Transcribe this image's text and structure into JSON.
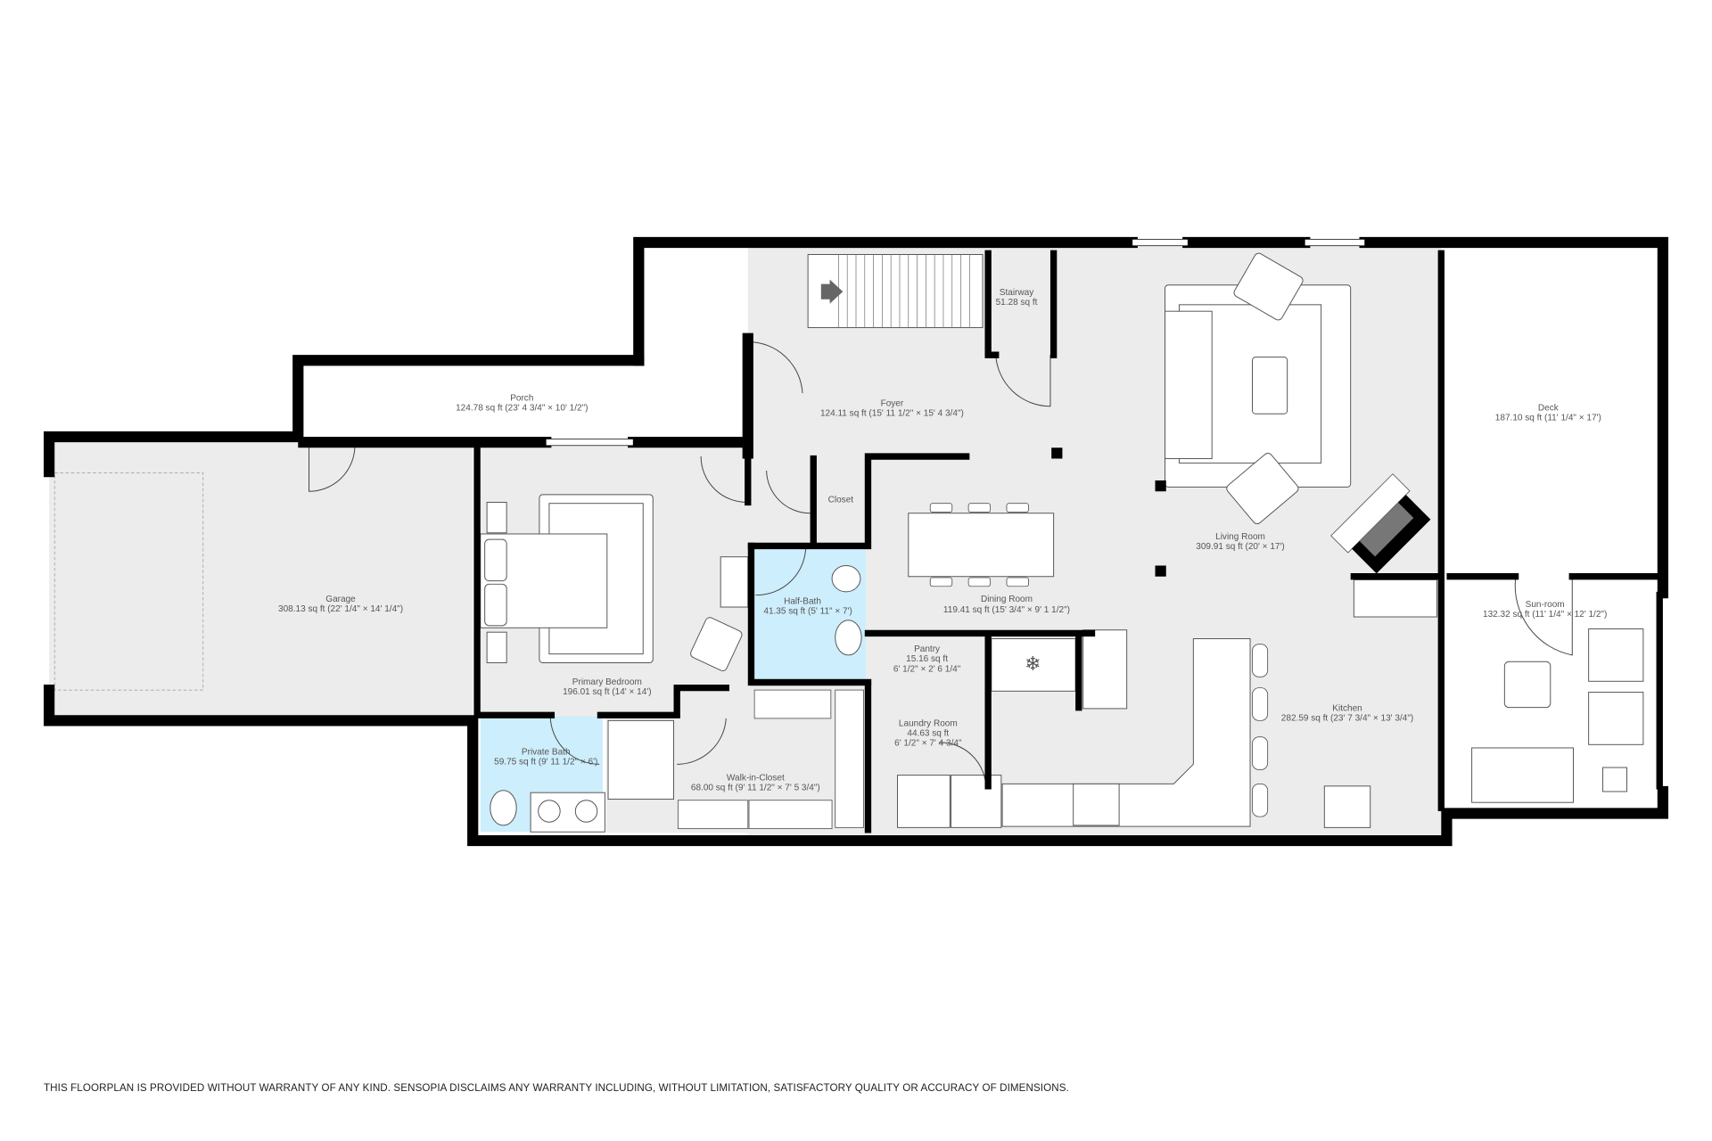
{
  "rooms": {
    "porch": {
      "name": "Porch",
      "area": "124.78 sq ft (23' 4 3/4\" × 10' 1/2\")"
    },
    "foyer": {
      "name": "Foyer",
      "area": "124.11 sq ft (15' 11 1/2\" × 15' 4 3/4\")"
    },
    "stairway": {
      "name": "Stairway",
      "area": "51.28 sq ft"
    },
    "deck": {
      "name": "Deck",
      "area": "187.10 sq ft (11' 1/4\" × 17')"
    },
    "living_room": {
      "name": "Living Room",
      "area": "309.91 sq ft (20' × 17')"
    },
    "garage": {
      "name": "Garage",
      "area": "308.13 sq ft (22' 1/4\" × 14' 1/4\")"
    },
    "closet": {
      "name": "Closet"
    },
    "half_bath": {
      "name": "Half-Bath",
      "area": "41.35 sq ft (5' 11\" × 7')"
    },
    "dining_room": {
      "name": "Dining Room",
      "area": "119.41 sq ft (15' 3/4\" × 9' 1 1/2\")"
    },
    "sunroom": {
      "name": "Sun-room",
      "area": "132.32 sq ft (11' 1/4\" × 12' 1/2\")"
    },
    "pantry": {
      "name": "Pantry",
      "area": "15.16 sq ft",
      "dims": "6' 1/2\" × 2' 6 1/4\""
    },
    "primary_bedroom": {
      "name": "Primary Bedroom",
      "area": "196.01 sq ft (14' × 14')"
    },
    "kitchen": {
      "name": "Kitchen",
      "area": "282.59 sq ft (23' 7 3/4\" × 13' 3/4\")"
    },
    "laundry_room": {
      "name": "Laundry Room",
      "area": "44.63 sq ft",
      "dims": "6' 1/2\" × 7' 4 3/4\""
    },
    "private_bath": {
      "name": "Private Bath",
      "area": "59.75 sq ft (9' 11 1/2\" × 6')"
    },
    "walk_in_closet": {
      "name": "Walk-in-Closet",
      "area": "68.00 sq ft (9' 11 1/2\" × 7' 5 3/4\")"
    }
  },
  "colors": {
    "floor": "#ececec",
    "bath": "#cdeefc",
    "wall": "#000000",
    "outdoor": "#ffffff"
  },
  "disclaimer": "THIS FLOORPLAN IS PROVIDED WITHOUT WARRANTY OF ANY KIND. SENSOPIA DISCLAIMS ANY WARRANTY INCLUDING, WITHOUT LIMITATION, SATISFACTORY QUALITY OR ACCURACY OF DIMENSIONS."
}
